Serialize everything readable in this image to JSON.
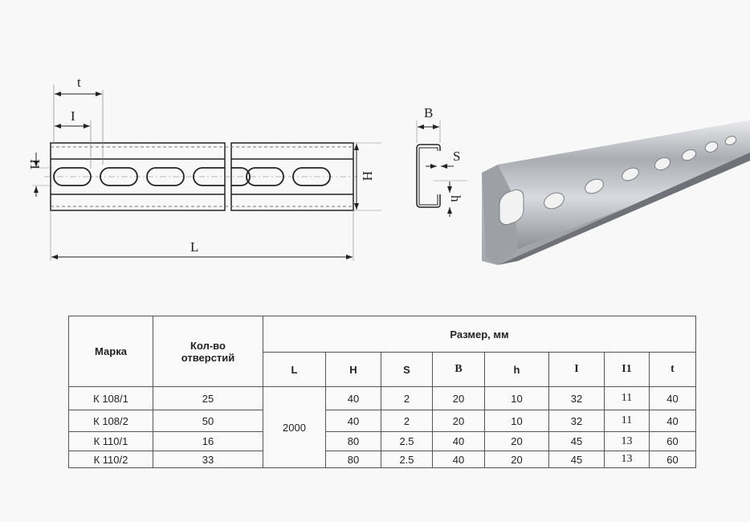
{
  "drawing": {
    "labels": {
      "t": "t",
      "I": "I",
      "I1": "I1",
      "H": "H",
      "L": "L",
      "B": "B",
      "S": "S",
      "h": "h"
    }
  },
  "table": {
    "header": {
      "marka": "Марка",
      "holes": "Кол-во отверстий",
      "size_group": "Размер, мм",
      "columns": [
        "L",
        "H",
        "S",
        "B",
        "h",
        "I",
        "I1",
        "t"
      ]
    },
    "L_value": "2000",
    "rows": [
      {
        "marka": "К 108/1",
        "holes": "25",
        "H": "40",
        "S": "2",
        "B": "20",
        "h": "10",
        "I": "32",
        "I1": "11",
        "t": "40"
      },
      {
        "marka": "К 108/2",
        "holes": "50",
        "H": "40",
        "S": "2",
        "B": "20",
        "h": "10",
        "I": "32",
        "I1": "11",
        "t": "40"
      },
      {
        "marka": "К 110/1",
        "holes": "16",
        "H": "80",
        "S": "2.5",
        "B": "40",
        "h": "20",
        "I": "45",
        "I1": "13",
        "t": "60"
      },
      {
        "marka": "К 110/2",
        "holes": "33",
        "H": "80",
        "S": "2.5",
        "B": "40",
        "h": "20",
        "I": "45",
        "I1": "13",
        "t": "60"
      }
    ]
  }
}
